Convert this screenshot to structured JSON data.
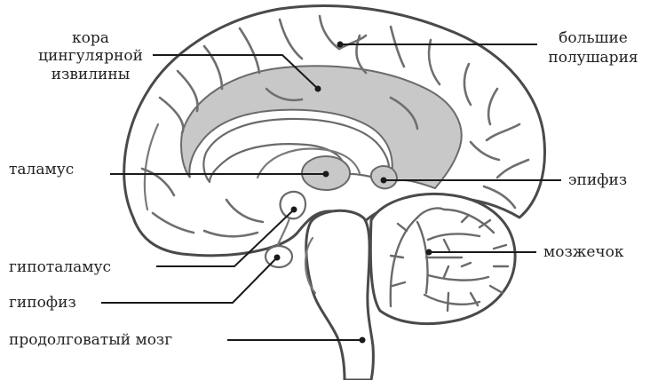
{
  "labels": {
    "cingulate_line1": "кора",
    "cingulate_line2": "цингулярной",
    "cingulate_line3": "извилины",
    "hemispheres_line1": "большие",
    "hemispheres_line2": "полушария",
    "thalamus": "таламус",
    "epiphysis": "эпифиз",
    "hypothalamus": "гипоталамус",
    "cerebellum": "мозжечок",
    "pituitary": "гипофиз",
    "medulla": "продолговатый мозг"
  },
  "colors": {
    "outline": "#4a4a4a",
    "highlight_fill": "#c8c8c8",
    "leader": "#1a1a1a",
    "text": "#222222"
  }
}
